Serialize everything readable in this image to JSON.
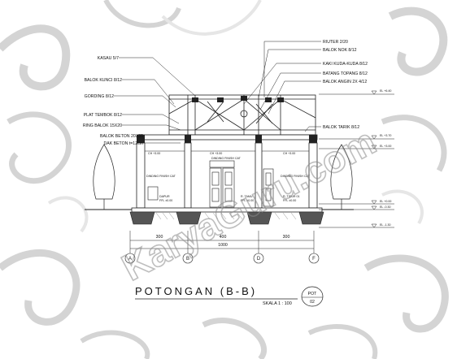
{
  "drawing": {
    "title": "POTONGAN  (B-B)",
    "scale": "SKALA 1 : 100",
    "sheet": {
      "label": "POT",
      "number": "02"
    },
    "watermark": "KaryaGuru.com"
  },
  "callouts_left": [
    "KASAU 5/7",
    "BALOK KUNCI 8/12",
    "GORDING 8/12",
    "PLAT TEMBOK 8/12",
    "RING BALOK 15X20",
    "BALOK BETON 20X35",
    "DAK BETON t=12cm"
  ],
  "callouts_right": [
    "RIUTER 2/20",
    "BALOK NOK 8/12",
    "KAKI KUDA-KUDA 8/12",
    "BATANG TOPANG 8/12",
    "BALOK ANGIN 2X 4/12",
    "BALOK TARIK 8/12"
  ],
  "elevations": [
    "EL +6.40",
    "EL +3.70",
    "EL +3.00",
    "EL +0.00",
    "EL -0.30",
    "EL -1.30"
  ],
  "room_labels": {
    "wall_finish_1": "DINDING FINISH CAT",
    "wall_finish_2": "DINDING FINISH CAT",
    "wall_finish_3": "DINDING FINISH CAT",
    "ceiling_1": "CH +3.00",
    "ceiling_2": "CH +3.00",
    "ceiling_3": "CH +3.00",
    "room_a": "R. TAMU",
    "room_a_ffl": "FFL ±0.00",
    "room_b": "R. TIDUR 01",
    "room_b_ffl": "FFL ±0.00",
    "dapur": "DAPUR",
    "dapur_ffl": "FFL ±0.00"
  },
  "dimensions": {
    "spans": [
      "300",
      "400",
      "300"
    ],
    "total": "1000"
  },
  "grid_axes": [
    "A",
    "B",
    "D",
    "F"
  ]
}
